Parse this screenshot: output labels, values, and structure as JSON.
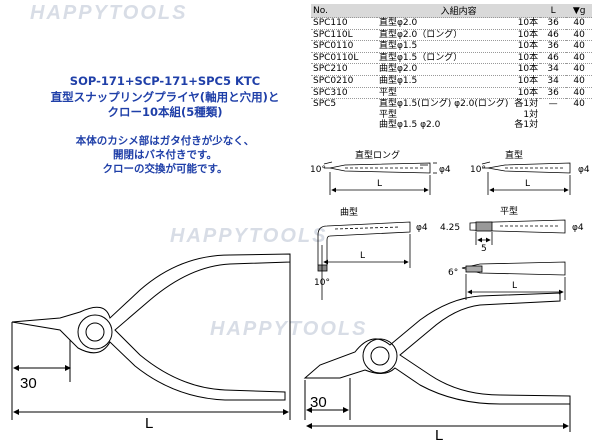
{
  "watermark": "HAPPYTOOLS",
  "table": {
    "headers": [
      "No.",
      "入組内容",
      "L",
      "▼g"
    ],
    "rows": [
      {
        "no": "SPC110",
        "desc": "直型φ2.0",
        "qty": "10本",
        "L": "36",
        "g": "40"
      },
      {
        "no": "SPC110L",
        "desc": "直型φ2.0（ロング）",
        "qty": "10本",
        "L": "46",
        "g": "40"
      },
      {
        "no": "SPC0110",
        "desc": "直型φ1.5",
        "qty": "10本",
        "L": "36",
        "g": "40"
      },
      {
        "no": "SPC0110L",
        "desc": "直型φ1.5（ロング）",
        "qty": "10本",
        "L": "46",
        "g": "40"
      },
      {
        "no": "SPC210",
        "desc": "曲型φ2.0",
        "qty": "10本",
        "L": "34",
        "g": "40"
      },
      {
        "no": "SPC0210",
        "desc": "曲型φ1.5",
        "qty": "10本",
        "L": "34",
        "g": "40"
      },
      {
        "no": "SPC310",
        "desc": "平型",
        "qty": "10本",
        "L": "36",
        "g": "40"
      }
    ],
    "spc5": {
      "no": "SPC5",
      "lines": [
        {
          "desc": "直型φ1.5(ロング) φ2.0(ロング)",
          "qty": "各1対"
        },
        {
          "desc": "平型",
          "qty": "1対"
        },
        {
          "desc": "曲型φ1.5 φ2.0",
          "qty": "各1対"
        }
      ],
      "L": "—",
      "g": "40"
    }
  },
  "title": {
    "line1": "SOP-171+SCP-171+SPC5 KTC",
    "line2": "直型スナップリングプライヤ(軸用と穴用)と",
    "line3": "クロー10本組(5種類)"
  },
  "description": {
    "line1": "本体のカシメ部はガタ付きが少なく、",
    "line2": "開閉はバネ付きです。",
    "line3": "クローの交換が可能です。"
  },
  "diagrams": {
    "straight_long": {
      "label": "直型ロング",
      "angle": "10°",
      "dim": "L",
      "dia": "φ4"
    },
    "straight": {
      "label": "直型",
      "angle": "10°",
      "dim": "L",
      "dia": "φ4"
    },
    "bent": {
      "label": "曲型",
      "angle": "10°",
      "dim": "L",
      "dia": "φ4"
    },
    "flat": {
      "label": "平型",
      "width": "4.25",
      "tip": "5",
      "angle": "6°",
      "dim": "L",
      "dia": "φ4"
    },
    "plier1": {
      "dim30": "30",
      "dimL": "L"
    },
    "plier2": {
      "dim30": "30",
      "dimL": "L"
    }
  }
}
